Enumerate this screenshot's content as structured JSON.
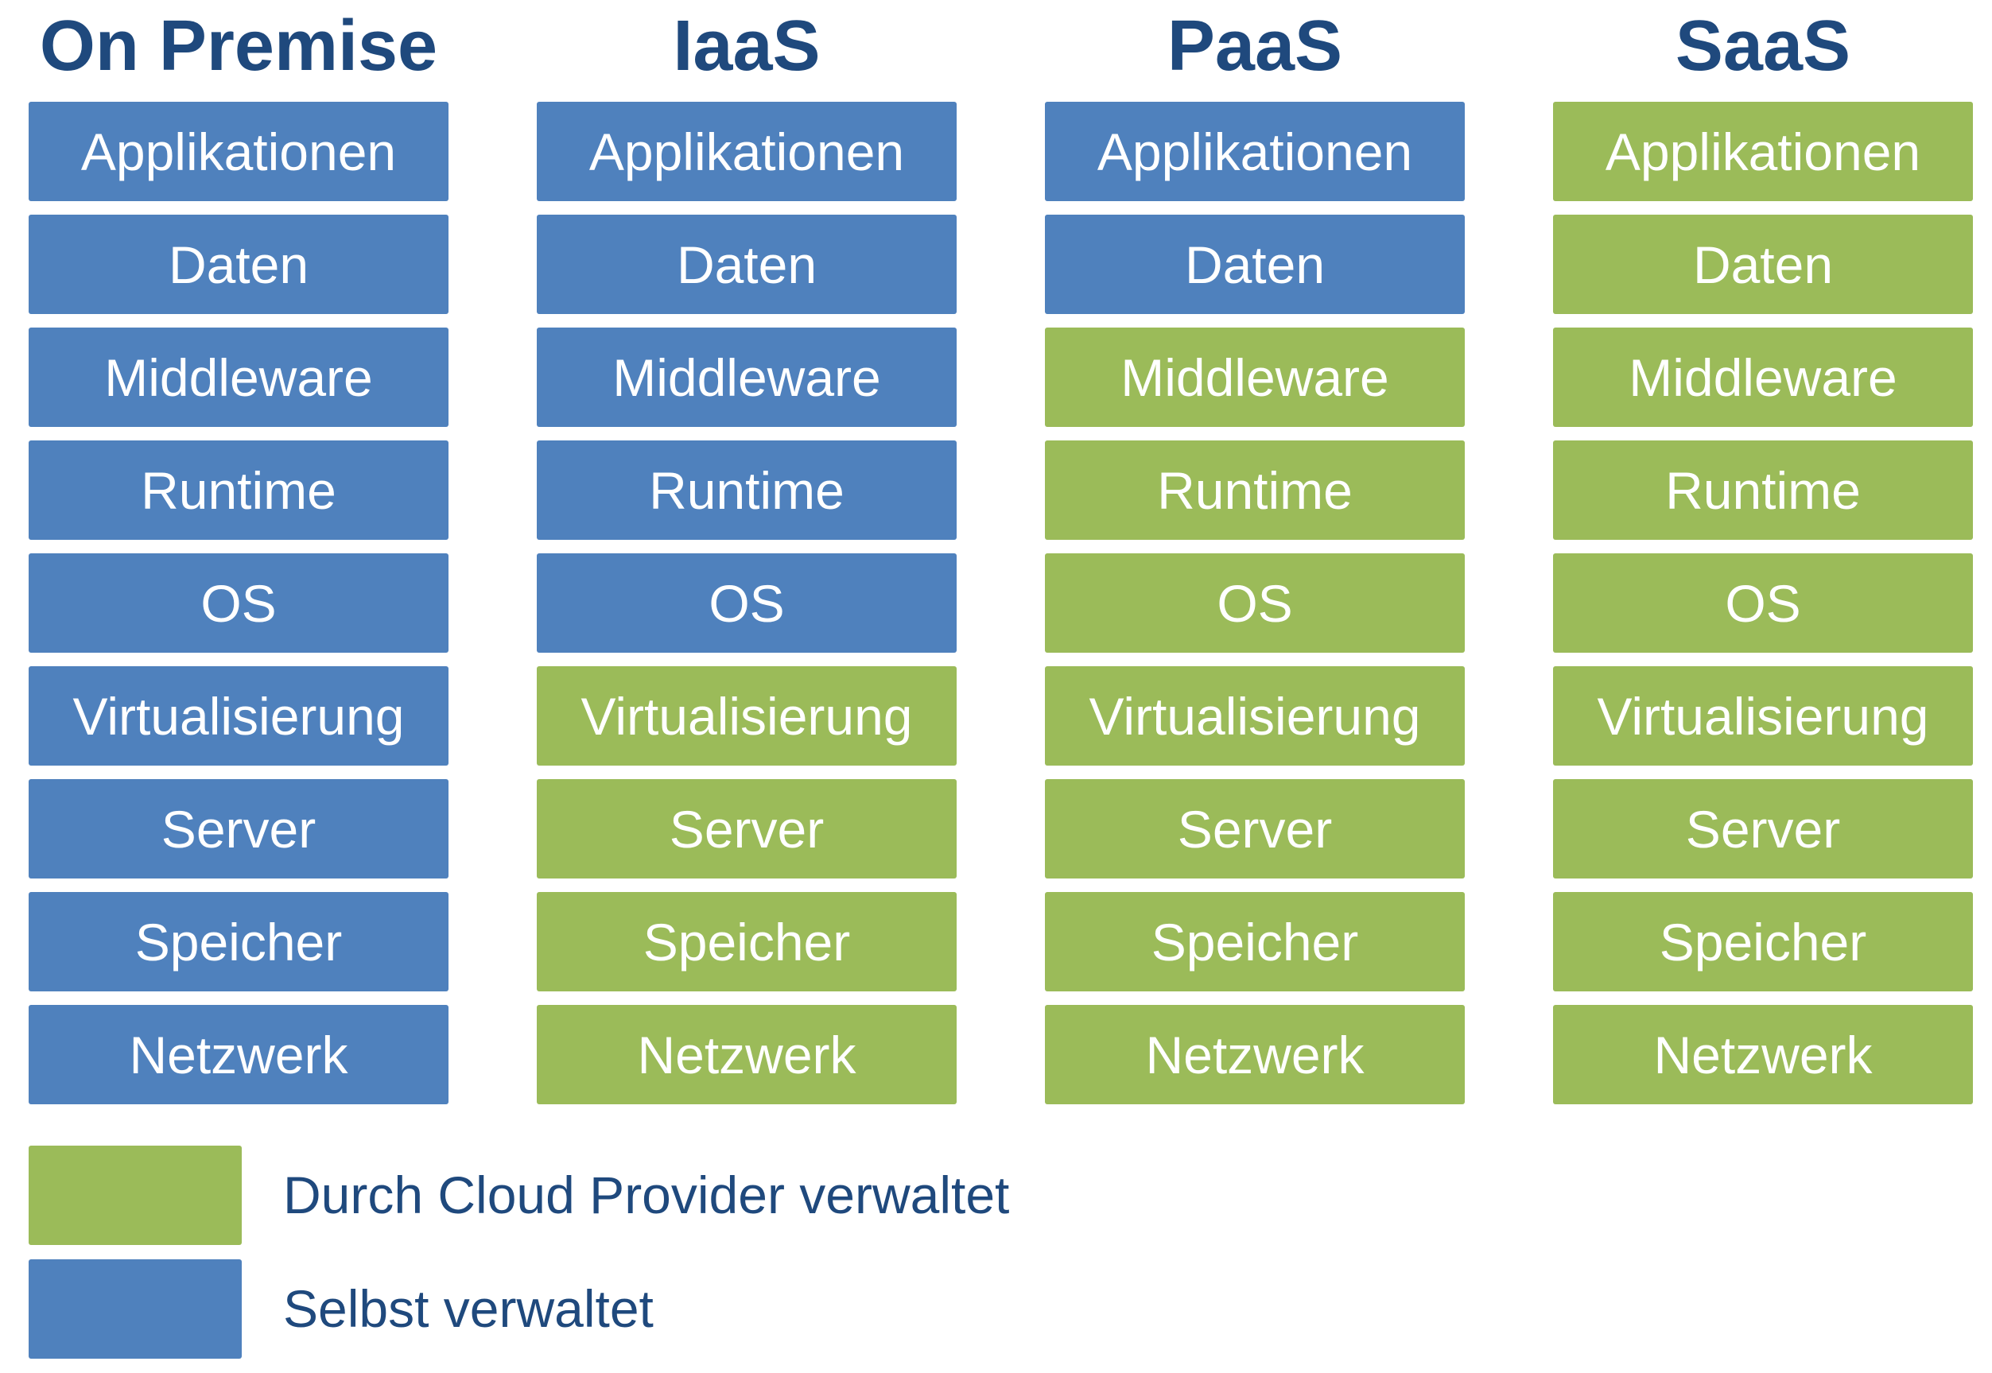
{
  "colors": {
    "provider": "#9bbb59",
    "self": "#4f81bd",
    "title": "#1f497d"
  },
  "columns": [
    {
      "title": "On Premise",
      "layers": [
        {
          "label": "Applikationen",
          "managed": "self"
        },
        {
          "label": "Daten",
          "managed": "self"
        },
        {
          "label": "Middleware",
          "managed": "self"
        },
        {
          "label": "Runtime",
          "managed": "self"
        },
        {
          "label": "OS",
          "managed": "self"
        },
        {
          "label": "Virtualisierung",
          "managed": "self"
        },
        {
          "label": "Server",
          "managed": "self"
        },
        {
          "label": "Speicher",
          "managed": "self"
        },
        {
          "label": "Netzwerk",
          "managed": "self"
        }
      ]
    },
    {
      "title": "IaaS",
      "layers": [
        {
          "label": "Applikationen",
          "managed": "self"
        },
        {
          "label": "Daten",
          "managed": "self"
        },
        {
          "label": "Middleware",
          "managed": "self"
        },
        {
          "label": "Runtime",
          "managed": "self"
        },
        {
          "label": "OS",
          "managed": "self"
        },
        {
          "label": "Virtualisierung",
          "managed": "provider"
        },
        {
          "label": "Server",
          "managed": "provider"
        },
        {
          "label": "Speicher",
          "managed": "provider"
        },
        {
          "label": "Netzwerk",
          "managed": "provider"
        }
      ]
    },
    {
      "title": "PaaS",
      "layers": [
        {
          "label": "Applikationen",
          "managed": "self"
        },
        {
          "label": "Daten",
          "managed": "self"
        },
        {
          "label": "Middleware",
          "managed": "provider"
        },
        {
          "label": "Runtime",
          "managed": "provider"
        },
        {
          "label": "OS",
          "managed": "provider"
        },
        {
          "label": "Virtualisierung",
          "managed": "provider"
        },
        {
          "label": "Server",
          "managed": "provider"
        },
        {
          "label": "Speicher",
          "managed": "provider"
        },
        {
          "label": "Netzwerk",
          "managed": "provider"
        }
      ]
    },
    {
      "title": "SaaS",
      "layers": [
        {
          "label": "Applikationen",
          "managed": "provider"
        },
        {
          "label": "Daten",
          "managed": "provider"
        },
        {
          "label": "Middleware",
          "managed": "provider"
        },
        {
          "label": "Runtime",
          "managed": "provider"
        },
        {
          "label": "OS",
          "managed": "provider"
        },
        {
          "label": "Virtualisierung",
          "managed": "provider"
        },
        {
          "label": "Server",
          "managed": "provider"
        },
        {
          "label": "Speicher",
          "managed": "provider"
        },
        {
          "label": "Netzwerk",
          "managed": "provider"
        }
      ]
    }
  ],
  "legend": [
    {
      "label": "Durch Cloud Provider verwaltet",
      "managed": "provider"
    },
    {
      "label": "Selbst verwaltet",
      "managed": "self"
    }
  ]
}
